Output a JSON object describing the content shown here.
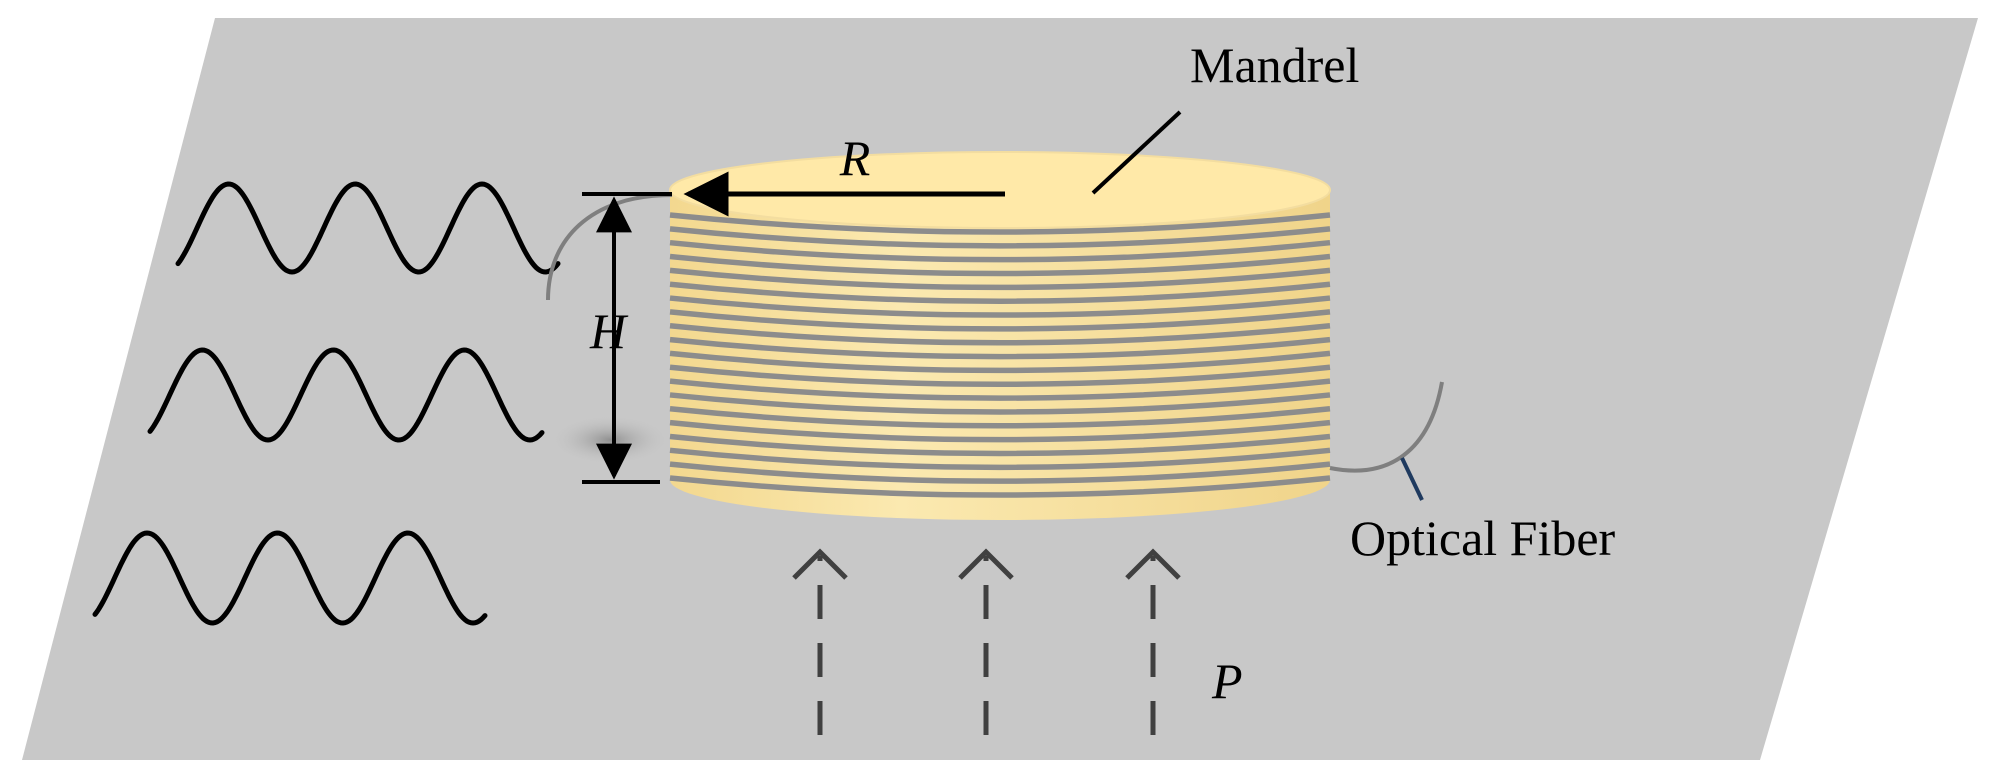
{
  "labels": {
    "mandrel": "Mandrel",
    "radius": "R",
    "height": "H",
    "fiber": "Optical Fiber",
    "pressure": "P"
  },
  "colors": {
    "plane": "#c8c8c8",
    "mandrel_fill": "#f7e3a4",
    "mandrel_top": "#ffe9a8",
    "fiber_winding": "#8c8c8c",
    "fiber_lead": "#7f7f7f",
    "arrow": "#000000",
    "pressure_arrow": "#404040",
    "leader_fiber": "#1f3a5f"
  },
  "winding_count": 20,
  "wave_count": 3,
  "pressure_arrow_count": 3
}
